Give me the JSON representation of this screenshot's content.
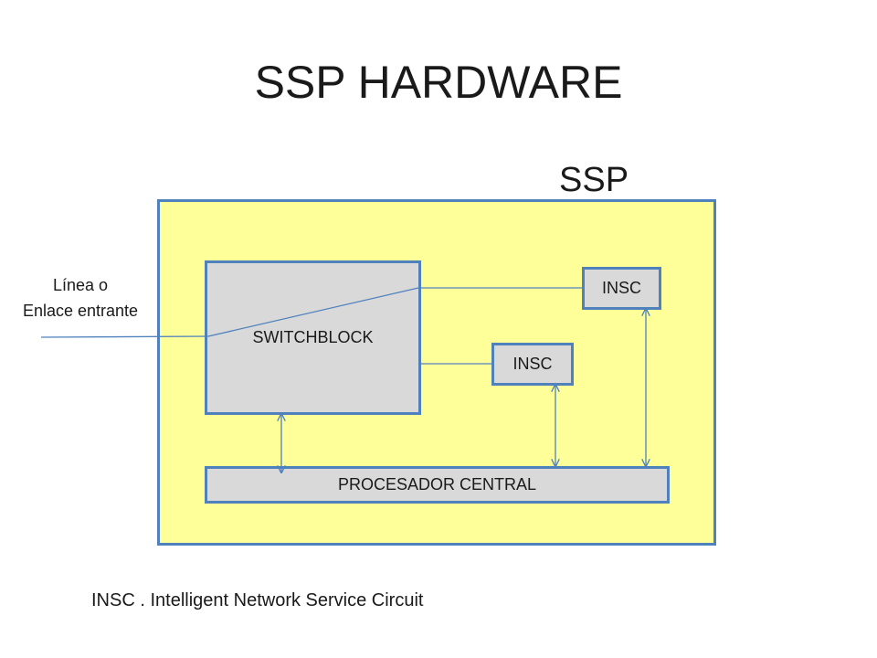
{
  "slide": {
    "title": "SSP HARDWARE",
    "ssp_label": "SSP",
    "incoming_line": {
      "line1": "Línea o",
      "line2": "Enlace entrante"
    },
    "blocks": {
      "switchblock": "SWITCHBLOCK",
      "insc_top": "INSC",
      "insc_mid": "INSC",
      "procesador": "PROCESADOR CENTRAL"
    },
    "footnote": "INSC . Intelligent Network Service Circuit"
  },
  "colors": {
    "ssp_fill": "#ffff99",
    "block_fill": "#d9d9d9",
    "outline": "#4f81bd"
  }
}
